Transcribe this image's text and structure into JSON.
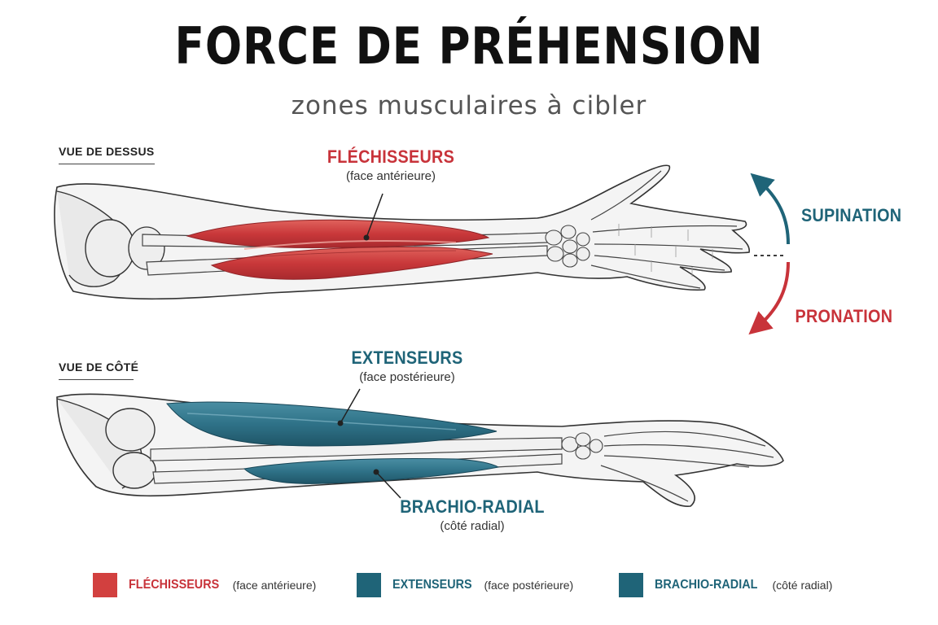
{
  "title": "FORCE DE PRÉHENSION",
  "subtitle": "zones musculaires à cibler",
  "views": {
    "top": "VUE DE DESSUS",
    "side": "VUE DE CÔTÉ"
  },
  "labels": {
    "flexors": {
      "name": "FLÉCHISSEURS",
      "detail": "(face antérieure)"
    },
    "extensors": {
      "name": "EXTENSEURS",
      "detail": "(face postérieure)"
    },
    "brachioradialis": {
      "name": "BRACHIO-RADIAL",
      "detail": "(côté radial)"
    },
    "supination": "SUPINATION",
    "pronation": "PRONATION"
  },
  "legend": [
    {
      "name": "FLÉCHISSEURS",
      "detail": "(face antérieure)",
      "color": "#d2403f"
    },
    {
      "name": "EXTENSEURS",
      "detail": "(face postérieure)",
      "color": "#1f6478"
    },
    {
      "name": "BRACHIO-RADIAL",
      "detail": "(côté radial)",
      "color": "#1f6478"
    }
  ],
  "colors": {
    "flexor": "#d2403f",
    "extensor": "#2f7288",
    "arrow_red": "#c8333a",
    "arrow_teal": "#1f6478"
  }
}
